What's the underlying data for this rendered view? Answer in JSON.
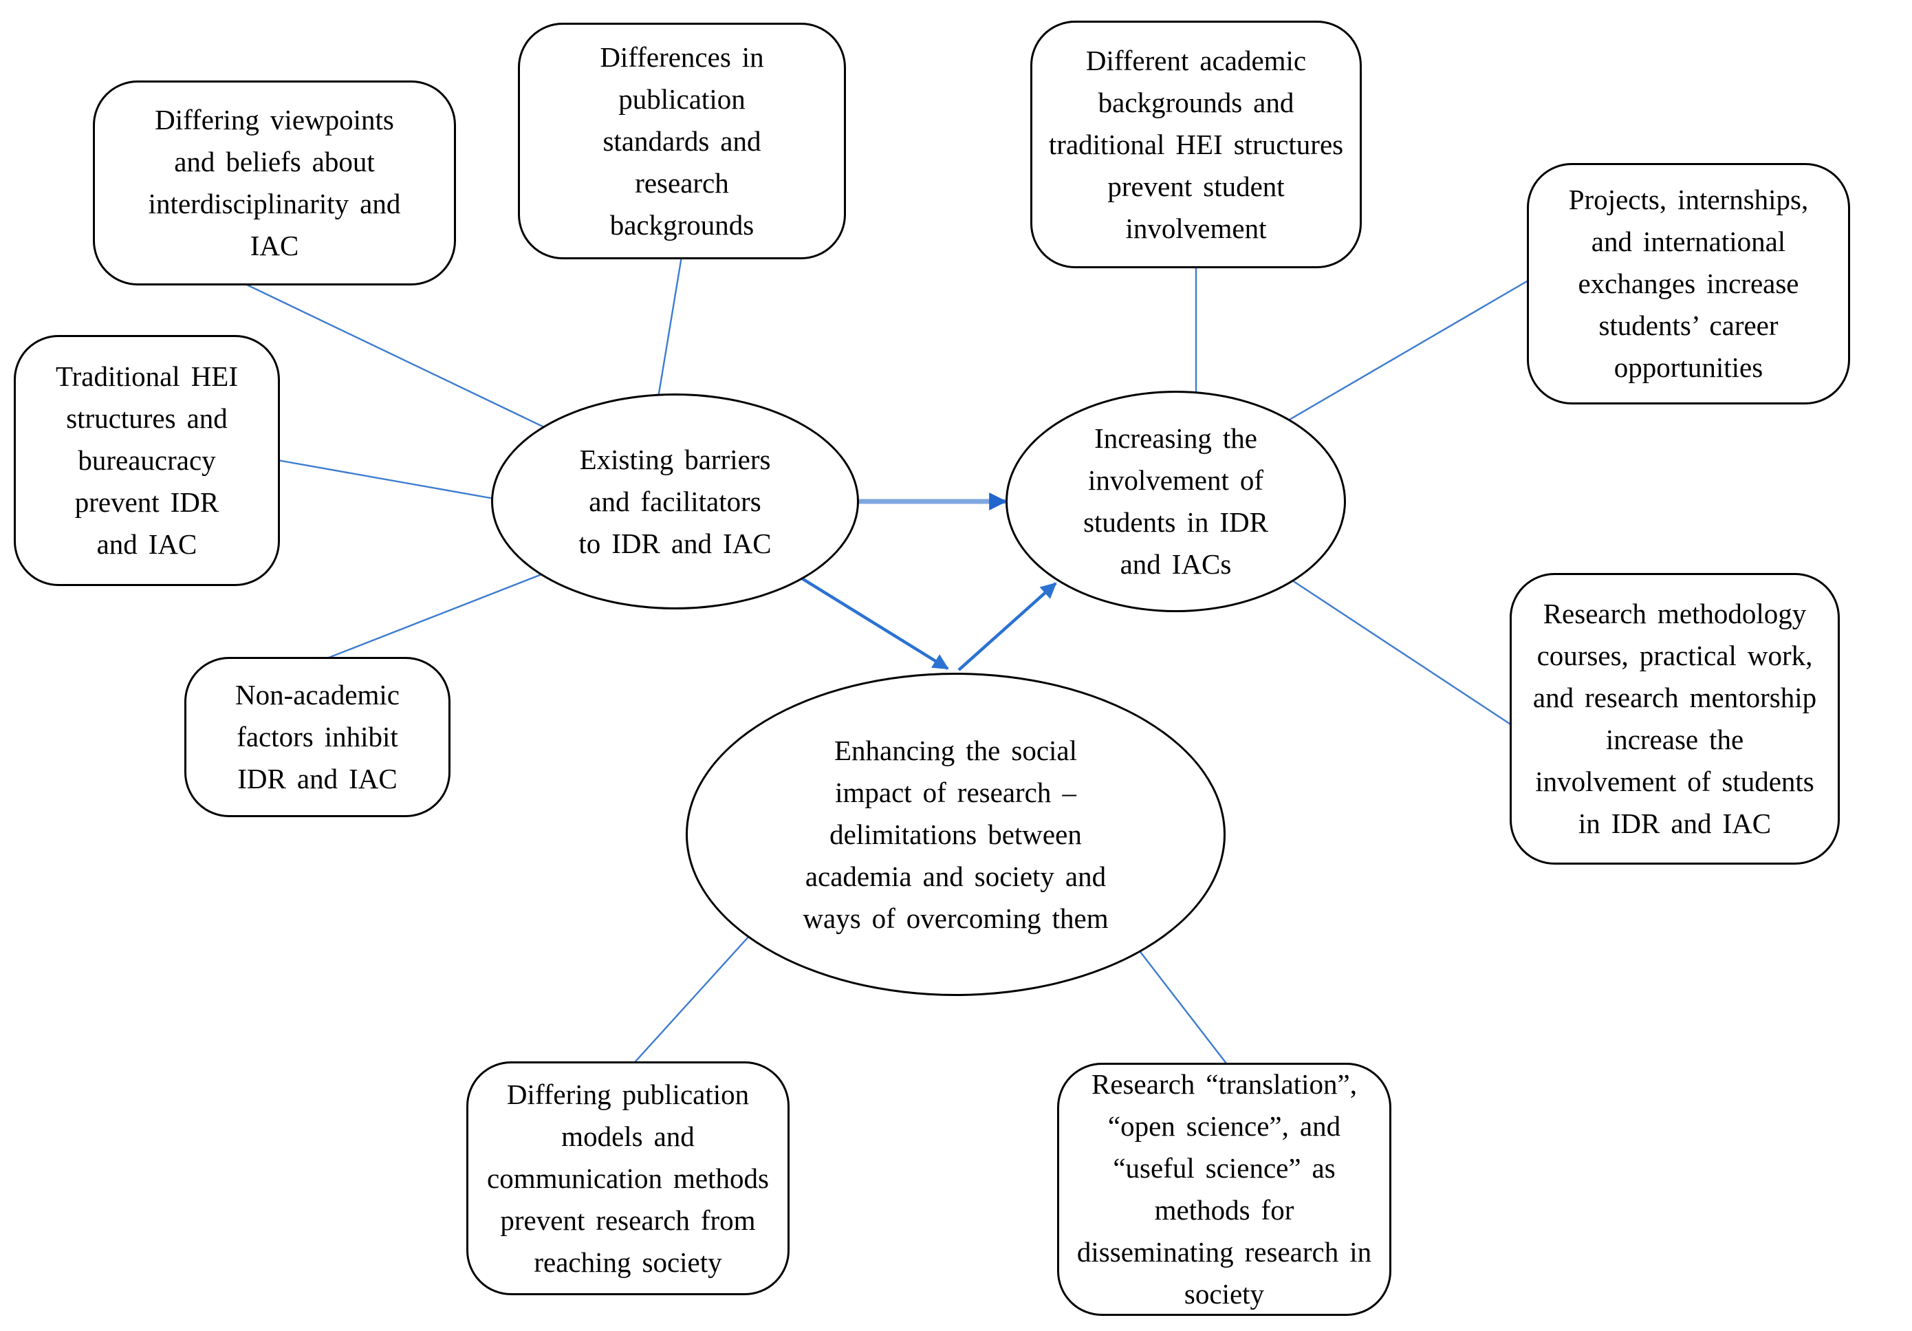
{
  "figure": {
    "description": "Concept map linking barriers and facilitators of interdisciplinary research (IDR) and inter-academic collaboration (IAC) to student involvement and the social impact of research"
  },
  "colors": {
    "background": "#ffffff",
    "shape_border": "#000000",
    "connector": "#3D7CD0",
    "arrow": "#2B72D2",
    "arrow_shaft_light": "#7EA6E0",
    "arrow_head": "#2166CC"
  },
  "nodes": {
    "box_viewpoints": {
      "text": "Differing viewpoints\nand beliefs about\ninterdisciplinarity and\nIAC"
    },
    "box_publication": {
      "text": "Differences in\npublication\nstandards and\nresearch\nbackgrounds"
    },
    "box_academic": {
      "text": "Different academic\nbackgrounds and\ntraditional HEI structures\nprevent student\ninvolvement"
    },
    "box_projects": {
      "text": "Projects, internships,\nand international\nexchanges increase\nstudents’ career\nopportunities"
    },
    "box_traditional": {
      "text": "Traditional HEI\nstructures and\nbureaucracy\nprevent IDR\nand IAC"
    },
    "box_nonacademic": {
      "text": "Non-academic\nfactors inhibit\nIDR and IAC"
    },
    "box_methodology": {
      "text": "Research methodology\ncourses, practical work,\nand research mentorship\nincrease the\ninvolvement of students\nin IDR and IAC"
    },
    "box_models": {
      "text": "Differing publication\nmodels and\ncommunication methods\nprevent research from\nreaching society"
    },
    "box_translation": {
      "text": "Research “translation”,\n“open science”, and\n“useful science” as\nmethods for\ndisseminating research in\nsociety"
    },
    "ellipse_barriers": {
      "text": "Existing barriers\nand facilitators\nto IDR and IAC"
    },
    "ellipse_students": {
      "text": "Increasing the\ninvolvement of\nstudents in IDR\nand IACs"
    },
    "ellipse_social": {
      "text": "Enhancing the social\nimpact of research –\ndelimitations between\nacademia and society and\nways of overcoming them"
    }
  },
  "edges": [
    {
      "from": "box_viewpoints",
      "to": "ellipse_barriers",
      "type": "line"
    },
    {
      "from": "box_publication",
      "to": "ellipse_barriers",
      "type": "line"
    },
    {
      "from": "box_traditional",
      "to": "ellipse_barriers",
      "type": "line"
    },
    {
      "from": "box_nonacademic",
      "to": "ellipse_barriers",
      "type": "line"
    },
    {
      "from": "box_academic",
      "to": "ellipse_students",
      "type": "line"
    },
    {
      "from": "box_projects",
      "to": "ellipse_students",
      "type": "line"
    },
    {
      "from": "box_methodology",
      "to": "ellipse_students",
      "type": "line"
    },
    {
      "from": "box_models",
      "to": "ellipse_social",
      "type": "line"
    },
    {
      "from": "box_translation",
      "to": "ellipse_social",
      "type": "line"
    },
    {
      "from": "ellipse_barriers",
      "to": "ellipse_students",
      "type": "arrow"
    },
    {
      "from": "ellipse_barriers",
      "to": "ellipse_social",
      "type": "arrow"
    },
    {
      "from": "ellipse_social",
      "to": "ellipse_students",
      "type": "arrow"
    }
  ]
}
